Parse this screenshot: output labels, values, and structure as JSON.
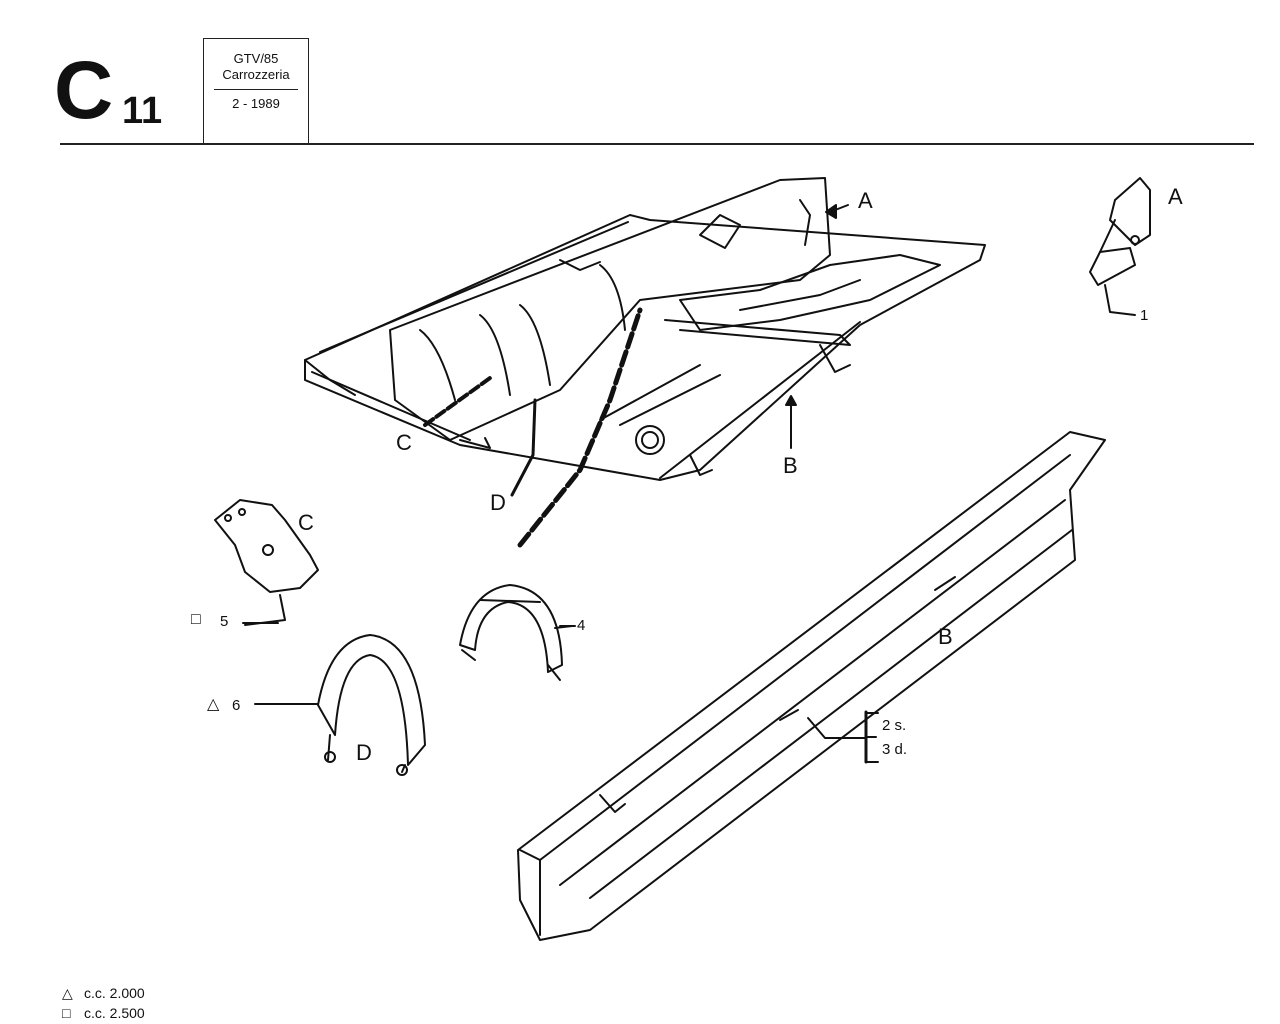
{
  "header": {
    "section_letter": "C",
    "section_number": "11",
    "model": "GTV/85",
    "section_name": "Carrozzeria",
    "date": "2 - 1989"
  },
  "callouts": {
    "floor_A": "A",
    "floor_B": "B",
    "floor_C": "C",
    "floor_D": "D",
    "part_A": "A",
    "part_B": "B",
    "part_C": "C",
    "part_D": "D"
  },
  "parts": {
    "p1": "1",
    "p2": "2 s.",
    "p3": "3 d.",
    "p4": "4",
    "p5": "5",
    "p6": "6"
  },
  "symbols": {
    "triangle": "△",
    "square": "□"
  },
  "legend": [
    {
      "symbol": "△",
      "text": "c.c. 2.000"
    },
    {
      "symbol": "□",
      "text": "c.c. 2.500"
    }
  ]
}
